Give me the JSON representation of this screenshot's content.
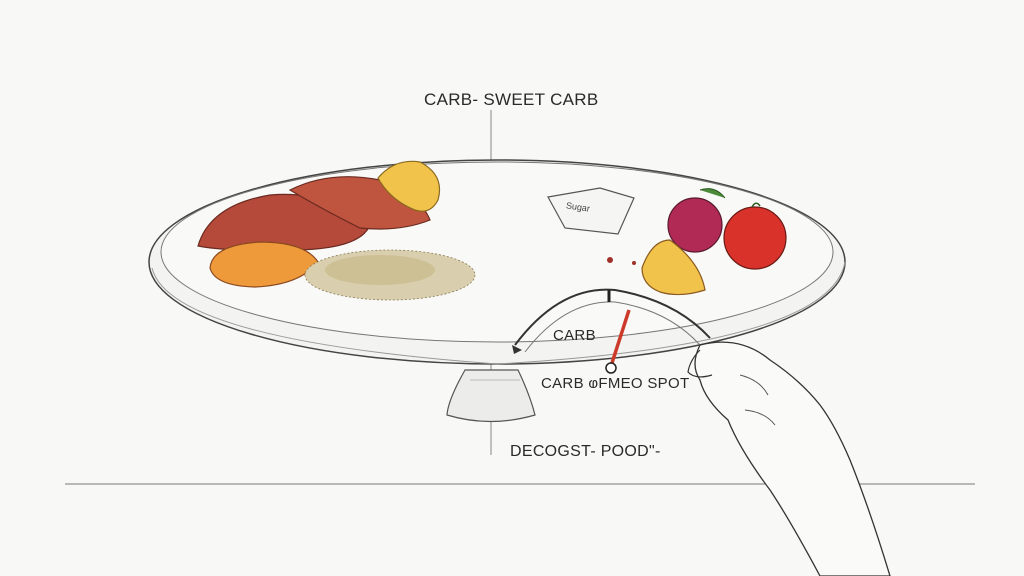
{
  "labels": {
    "title": "CARB- SWEET CARB",
    "gauge": "CARB",
    "spot": "CARB ⱷFMEO SPOT",
    "bottom": "DECOGST- POOD\"-",
    "packet": "Sugar"
  },
  "colors": {
    "ink": "#333333",
    "sweet_potato": "#b5493a",
    "orange_slice": "#ef9a3a",
    "lemon": "#f2c34a",
    "apple_red": "#d8322b",
    "plum": "#b02a55",
    "needle": "#cc3a2a",
    "grain": "#c9b98a"
  },
  "gauge": {
    "level_percent": 62
  }
}
